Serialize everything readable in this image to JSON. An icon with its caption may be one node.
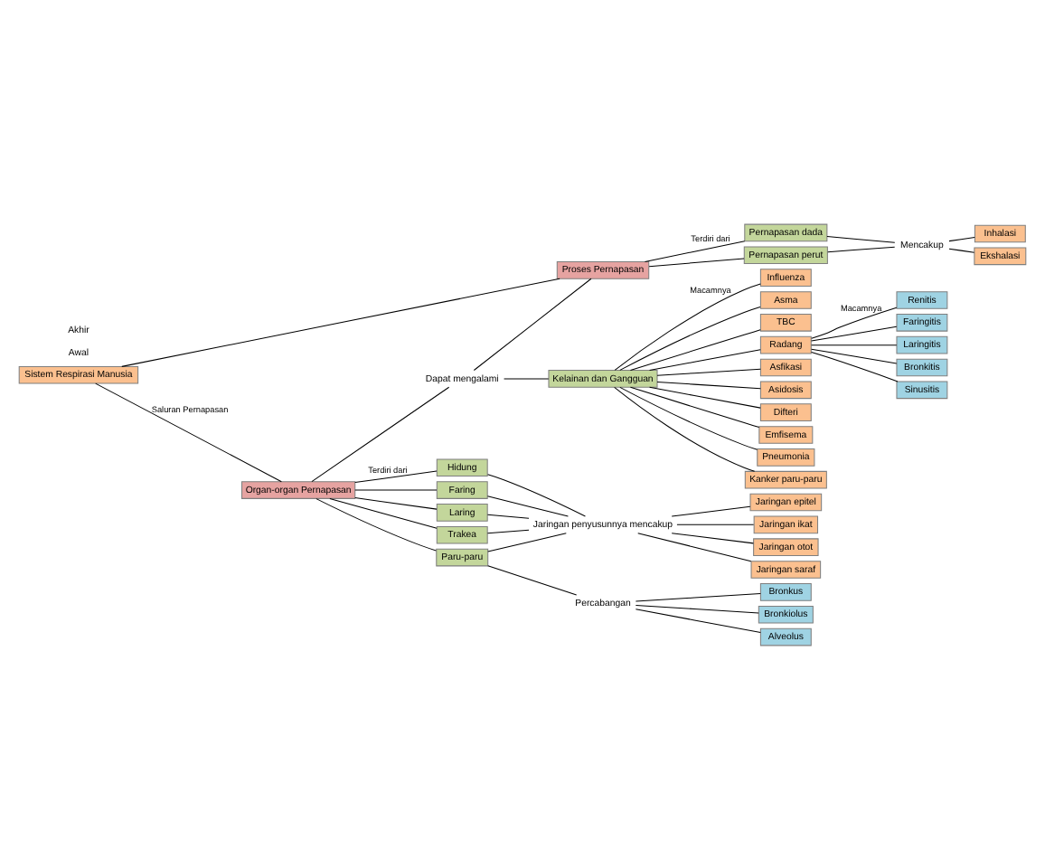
{
  "diagram": {
    "nodes": [
      {
        "text": [
          "Sistem Respirasi Manusia"
        ]
      },
      {
        "text": [
          "Organ-organ Pernapasan"
        ]
      },
      {
        "text": [
          "Proses Pernapasan"
        ]
      },
      {
        "text": [
          "Dapat mengalami"
        ]
      },
      {
        "text": [
          "Kelainan dan Gangguan"
        ]
      },
      {
        "text": [
          "Hidung"
        ]
      },
      {
        "text": [
          "Faring"
        ]
      },
      {
        "text": [
          "Laring"
        ]
      },
      {
        "text": [
          "Trakea"
        ]
      },
      {
        "text": [
          "Paru-paru"
        ]
      },
      {
        "text": [
          "Jaringan penyusunnya mencakup"
        ]
      },
      {
        "text": [
          "Jaringan epitel"
        ]
      },
      {
        "text": [
          "Jaringan ikat"
        ]
      },
      {
        "text": [
          "Jaringan otot"
        ]
      },
      {
        "text": [
          "Jaringan saraf"
        ]
      },
      {
        "text": [
          "Percabangan"
        ]
      },
      {
        "text": [
          "Bronkus"
        ]
      },
      {
        "text": [
          "Bronkiolus"
        ]
      },
      {
        "text": [
          "Alveolus"
        ]
      },
      {
        "text": [
          "Pernapasan dada"
        ]
      },
      {
        "text": [
          "Pernapasan perut"
        ]
      },
      {
        "text": [
          "Mencakup"
        ]
      },
      {
        "text": [
          "Inhalasi"
        ]
      },
      {
        "text": [
          "Ekshalasi"
        ]
      },
      {
        "text": [
          "Influenza"
        ]
      },
      {
        "text": [
          "Asma"
        ]
      },
      {
        "text": [
          "TBC"
        ]
      },
      {
        "text": [
          "Radang"
        ]
      },
      {
        "text": [
          "Asfikasi"
        ]
      },
      {
        "text": [
          "Asidosis"
        ]
      },
      {
        "text": [
          "Difteri"
        ]
      },
      {
        "text": [
          "Emfisema"
        ]
      },
      {
        "text": [
          "Pneumonia"
        ]
      },
      {
        "text": [
          "Kanker paru-paru"
        ]
      },
      {
        "text": [
          "Renitis"
        ]
      },
      {
        "text": [
          "Faringitis"
        ]
      },
      {
        "text": [
          "Laringitis"
        ]
      },
      {
        "text": [
          "Bronkitis"
        ]
      },
      {
        "text": [
          "Sinusitis"
        ]
      }
    ],
    "edges": [
      {
        "from": 0,
        "to": 1,
        "arrow": "none",
        "label": "Saluran Pernapasan"
      },
      {
        "from": 0,
        "to": 2,
        "arrow": "none"
      },
      {
        "from": 1,
        "to": 3,
        "arrow": "none"
      },
      {
        "from": 3,
        "to": 2,
        "arrow": "none"
      },
      {
        "from": 3,
        "to": 4,
        "arrow": "none"
      },
      {
        "from": 1,
        "to": 5,
        "arrow": "none",
        "label": "Terdiri dari"
      },
      {
        "from": 1,
        "to": 6,
        "arrow": "none"
      },
      {
        "from": 1,
        "to": 7,
        "arrow": "none"
      },
      {
        "from": 1,
        "to": 8,
        "arrow": "none"
      },
      {
        "from": 1,
        "to": 9,
        "arrow": "none"
      },
      {
        "from": 5,
        "to": 10,
        "arrow": "none"
      },
      {
        "from": 6,
        "to": 10,
        "arrow": "none"
      },
      {
        "from": 7,
        "to": 10,
        "arrow": "none"
      },
      {
        "from": 8,
        "to": 10,
        "arrow": "none"
      },
      {
        "from": 9,
        "to": 10,
        "arrow": "none"
      },
      {
        "from": 10,
        "to": 11,
        "arrow": "none"
      },
      {
        "from": 10,
        "to": 12,
        "arrow": "none"
      },
      {
        "from": 10,
        "to": 13,
        "arrow": "none"
      },
      {
        "from": 10,
        "to": 14,
        "arrow": "none"
      },
      {
        "from": 9,
        "to": 15,
        "arrow": "none"
      },
      {
        "from": 15,
        "to": 16,
        "arrow": "none"
      },
      {
        "from": 15,
        "to": 17,
        "arrow": "none"
      },
      {
        "from": 15,
        "to": 18,
        "arrow": "none"
      },
      {
        "from": 2,
        "to": 19,
        "arrow": "none",
        "label": "Terdiri dari"
      },
      {
        "from": 2,
        "to": 20,
        "arrow": "none"
      },
      {
        "from": 19,
        "to": 21,
        "arrow": "none"
      },
      {
        "from": 20,
        "to": 21,
        "arrow": "none"
      },
      {
        "from": 21,
        "to": 22,
        "arrow": "none"
      },
      {
        "from": 21,
        "to": 23,
        "arrow": "none"
      },
      {
        "from": 4,
        "to": 24,
        "arrow": "none",
        "label": "Macamnya"
      },
      {
        "from": 4,
        "to": 25,
        "arrow": "none"
      },
      {
        "from": 4,
        "to": 26,
        "arrow": "none"
      },
      {
        "from": 4,
        "to": 27,
        "arrow": "none"
      },
      {
        "from": 4,
        "to": 28,
        "arrow": "none"
      },
      {
        "from": 4,
        "to": 29,
        "arrow": "none"
      },
      {
        "from": 4,
        "to": 30,
        "arrow": "none"
      },
      {
        "from": 4,
        "to": 31,
        "arrow": "none"
      },
      {
        "from": 4,
        "to": 32,
        "arrow": "none"
      },
      {
        "from": 4,
        "to": 33,
        "arrow": "none"
      },
      {
        "from": 27,
        "to": 34,
        "arrow": "none",
        "label": "Macamnya"
      },
      {
        "from": 27,
        "to": 35,
        "arrow": "none"
      },
      {
        "from": 27,
        "to": 36,
        "arrow": "none"
      },
      {
        "from": 27,
        "to": 37,
        "arrow": "none"
      },
      {
        "from": 27,
        "to": 38,
        "arrow": "none"
      }
    ],
    "labels": [
      "Awal",
      "Akhir"
    ]
  }
}
